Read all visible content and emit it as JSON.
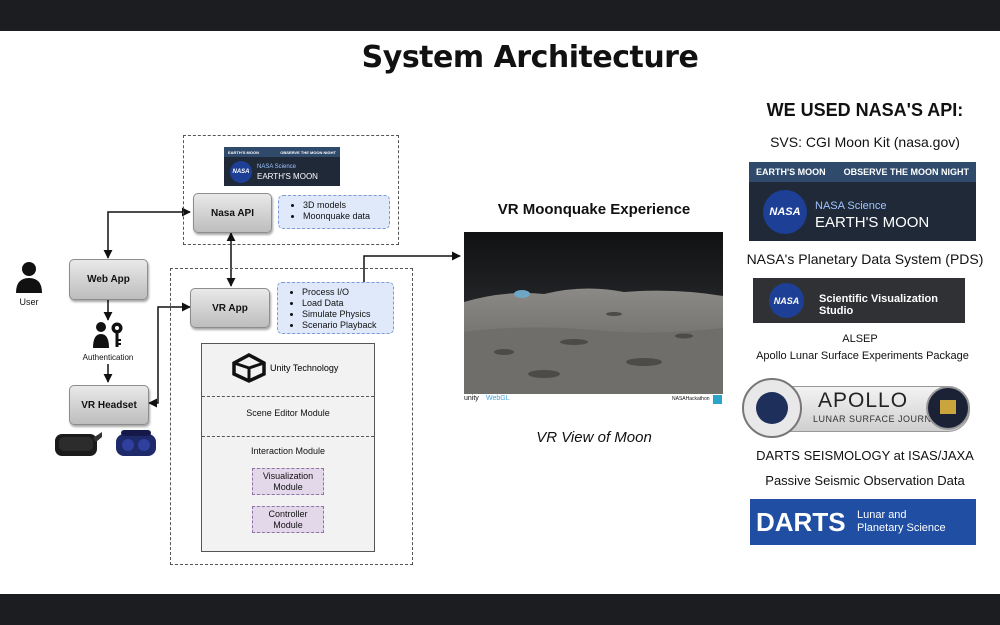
{
  "title": "System Architecture",
  "diagram": {
    "user_label": "User",
    "auth_label": "Authentication",
    "web_app": "Web App",
    "nasa_api": "Nasa API",
    "vr_app": "VR App",
    "vr_headset": "VR Headset",
    "api_notes": [
      "3D models",
      "Moonquake data"
    ],
    "vr_notes": [
      "Process I/O",
      "Load Data",
      "Simulate Physics",
      "Scenario Playback"
    ],
    "unity": {
      "technology": "Unity Technology",
      "scene_editor": "Scene Editor Module",
      "interaction": "Interaction Module",
      "visualization": "Visualization Module",
      "controller": "Controller Module"
    },
    "mini_logo": {
      "left": "EARTH'S MOON",
      "right": "OBSERVE THE MOON NIGHT",
      "science": "NASA Science",
      "moon": "EARTH'S MOON",
      "nasa": "NASA"
    }
  },
  "vr_view": {
    "heading": "VR Moonquake Experience",
    "unity_label": "unity",
    "webgl_label": "WebGL",
    "hackathon_label": "NASAHackathon",
    "caption": "VR View of Moon"
  },
  "sources": {
    "heading": "WE USED NASA'S API:",
    "svs": "SVS: CGI Moon Kit (nasa.gov)",
    "earth_moon_logo": {
      "left": "EARTH'S MOON",
      "right": "OBSERVE THE MOON NIGHT",
      "science": "NASA Science",
      "moon": "EARTH'S MOON",
      "nasa": "NASA"
    },
    "pds": "NASA's Planetary Data System (PDS)",
    "svs_logo": {
      "nasa": "NASA",
      "text": "Scientific Visualization Studio"
    },
    "alsep": "ALSEP",
    "alsep_full": "Apollo Lunar Surface Experiments Package",
    "apollo_logo": {
      "main": "APOLLO",
      "sub": "LUNAR SURFACE JOURNAL"
    },
    "darts_heading": "DARTS SEISMOLOGY at ISAS/JAXA",
    "passive": "Passive Seismic Observation Data",
    "darts_logo": {
      "main": "DARTS",
      "line1": "Lunar and",
      "line2": "Planetary Science"
    }
  },
  "colors": {
    "bar": "#1b1d21",
    "nasa_blue": "#1d3f95",
    "note_fill": "#dfe9f9",
    "sub_fill": "#e3d7ea",
    "darts_blue": "#1f4ea3"
  }
}
